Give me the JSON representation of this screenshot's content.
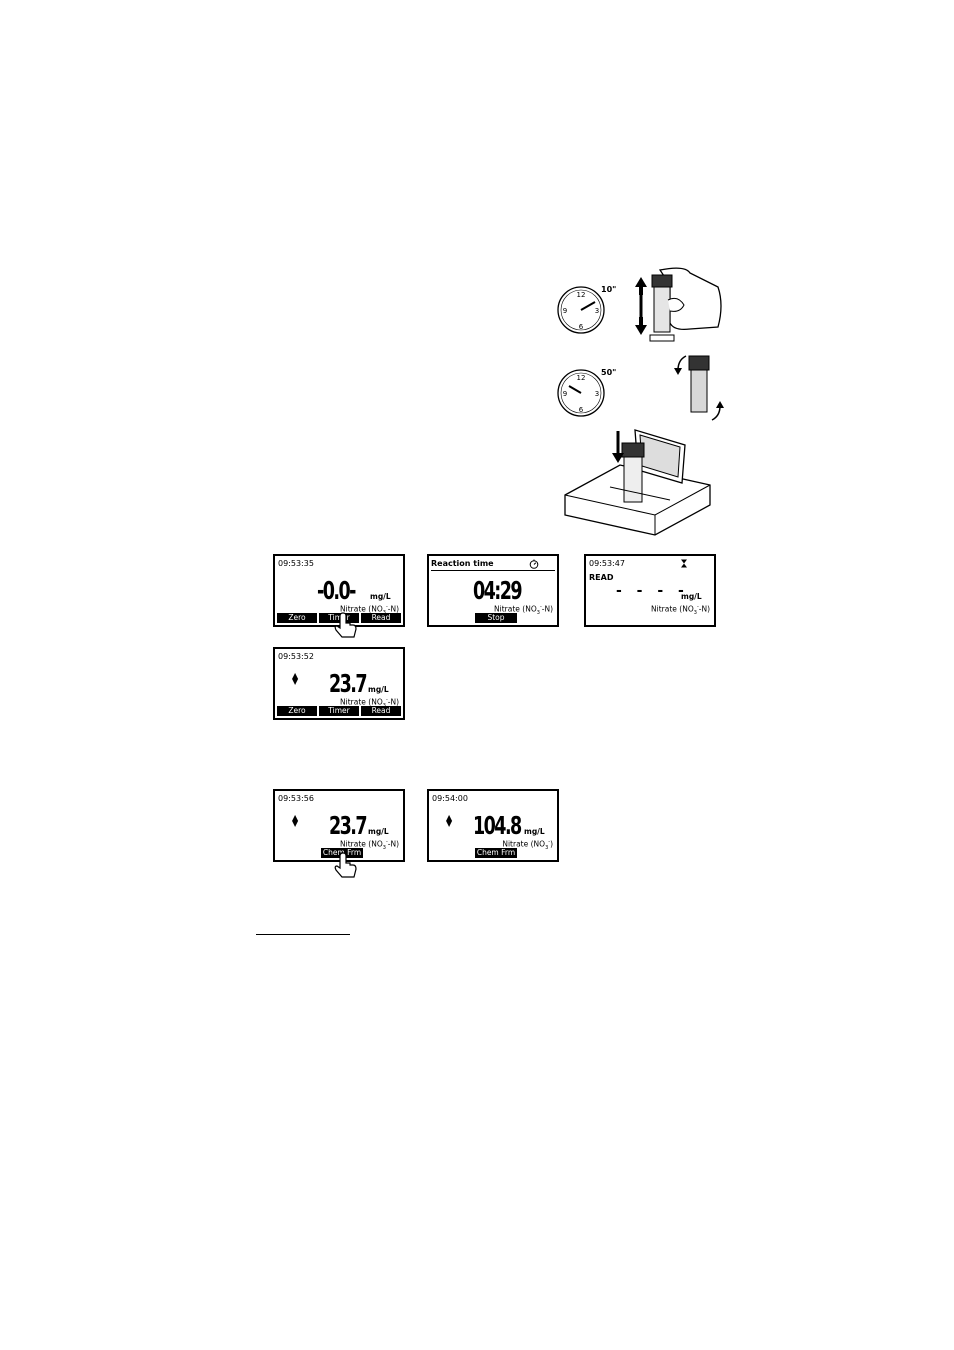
{
  "illustrations": {
    "clock1": {
      "seconds_label": "10\"",
      "numerals": [
        "12",
        "3",
        "6",
        "9"
      ]
    },
    "clock2": {
      "seconds_label": "50\"",
      "numerals": [
        "12",
        "3",
        "6",
        "9"
      ]
    }
  },
  "screens": {
    "s1": {
      "time": "09:53:35",
      "value": "-0.0-",
      "unit": "mg/L",
      "param_main": "Nitrate (NO",
      "param_sub": "3",
      "param_sup": "-",
      "param_end": "-N)",
      "keys": [
        "Zero",
        "Timer",
        "Read"
      ]
    },
    "s2": {
      "title": "Reaction time",
      "value": "04:29",
      "param_main": "Nitrate (NO",
      "param_sub": "3",
      "param_sup": "-",
      "param_end": "-N)",
      "key": "Stop"
    },
    "s3": {
      "time": "09:53:47",
      "label": "READ",
      "dashes": "- - - -",
      "unit": "mg/L",
      "param_main": "Nitrate (NO",
      "param_sub": "3",
      "param_sup": "-",
      "param_end": "-N)"
    },
    "s4": {
      "time": "09:53:52",
      "value": "23.7",
      "unit": "mg/L",
      "param_main": "Nitrate (NO",
      "param_sub": "3",
      "param_sup": "-",
      "param_end": "-N)",
      "keys": [
        "Zero",
        "Timer",
        "Read"
      ]
    },
    "s5": {
      "time": "09:53:56",
      "value": "23.7",
      "unit": "mg/L",
      "param_main": "Nitrate (NO",
      "param_sub": "3",
      "param_sup": "-",
      "param_end": "-N)",
      "key": "Chem Frm"
    },
    "s6": {
      "time": "09:54:00",
      "value": "104.8",
      "unit": "mg/L",
      "param_main": "Nitrate (NO",
      "param_sub": "3",
      "param_sup": "-",
      "param_end": ")",
      "key": "Chem Frm"
    }
  }
}
